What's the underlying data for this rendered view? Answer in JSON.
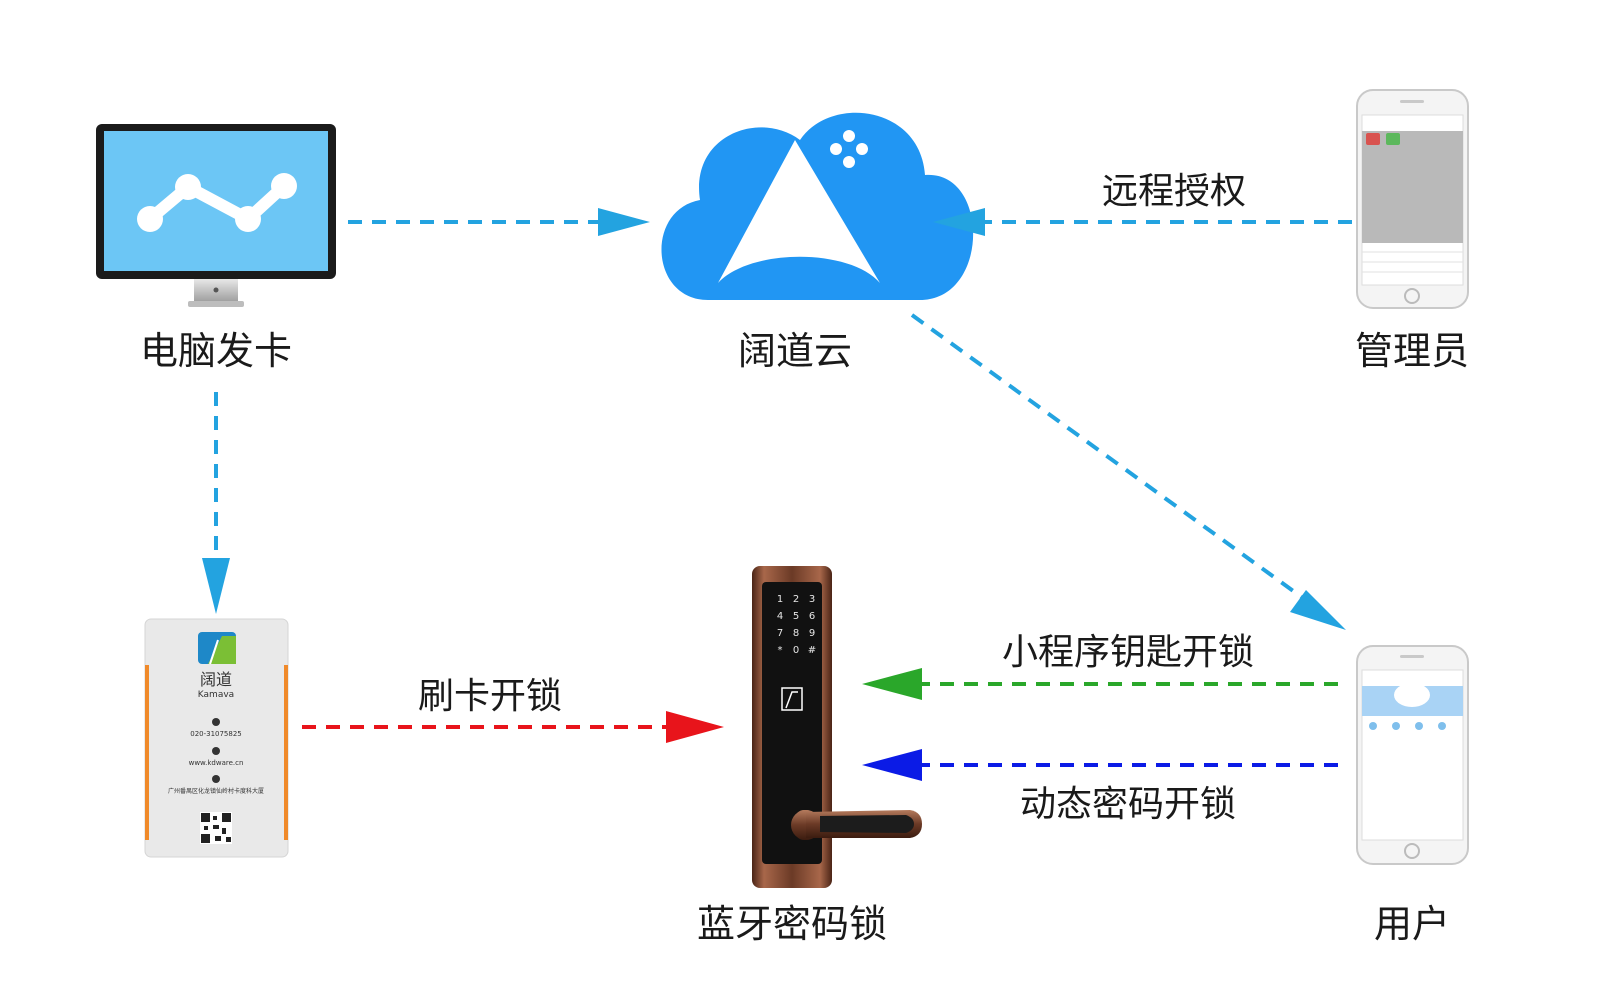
{
  "nodes": {
    "pc": {
      "label": "电脑发卡"
    },
    "cloud": {
      "label": "阔道云"
    },
    "admin": {
      "label": "管理员"
    },
    "card": {
      "label": "阔道",
      "brand_en": "Kamava",
      "phone": "020-31075825",
      "website": "www.kdware.cn",
      "address": "广州番禺区化龙镇仙岭村卡度科大厦"
    },
    "lock": {
      "label": "蓝牙密码锁",
      "keypad": [
        "1",
        "2",
        "3",
        "4",
        "5",
        "6",
        "7",
        "8",
        "9",
        "*",
        "0",
        "#"
      ]
    },
    "user": {
      "label": "用户"
    }
  },
  "edges": {
    "remote_auth": {
      "label": "远程授权",
      "color": "#23a3e0"
    },
    "card_unlock": {
      "label": "刷卡开锁",
      "color": "#e8141b"
    },
    "miniprogram_unlock": {
      "label": "小程序钥匙开锁",
      "color": "#2aa72a"
    },
    "dynamic_pwd_unlock": {
      "label": "动态密码开锁",
      "color": "#0b1be6"
    }
  },
  "colors": {
    "cloud": "#2196f3",
    "screen": "#6cc6f5",
    "arrow_blue": "#23a3e0",
    "lock_body": "#6b3a26"
  },
  "icons": [
    "monitor-icon",
    "cloud-icon",
    "phone-icon",
    "card-icon",
    "lock-icon"
  ]
}
